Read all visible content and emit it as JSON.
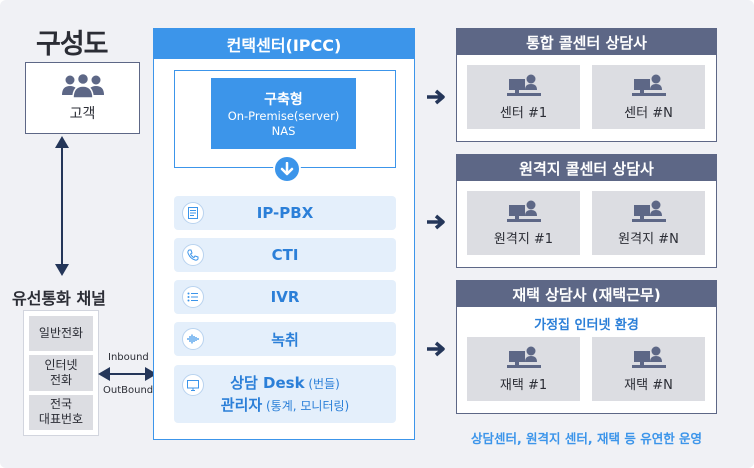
{
  "title": "구성도",
  "customer": {
    "label": "고객",
    "icon": "people-icon"
  },
  "channel": {
    "title": "유선통화 채널",
    "items": [
      "일반전화",
      "인터넷\n전화",
      "전국\n대표번호"
    ],
    "inbound": "Inbound",
    "outbound": "OutBound"
  },
  "ipcc": {
    "title": "컨택센터(IPCC)",
    "build": {
      "title": "구축형",
      "line1": "On-Premise(server)",
      "line2": "NAS"
    },
    "modules": [
      {
        "label": "IP-PBX",
        "icon": "document-icon"
      },
      {
        "label": "CTI",
        "icon": "phone-icon"
      },
      {
        "label": "IVR",
        "icon": "list-icon"
      },
      {
        "label": "녹취",
        "icon": "waveform-icon"
      }
    ],
    "desk": {
      "icon": "monitor-icon",
      "line1_main": "상담 Desk",
      "line1_sub": " (번들)",
      "line2_main": "관리자",
      "line2_sub": " (통계, 모니터링)"
    }
  },
  "groups": [
    {
      "title": "통합 콜센터 상담사",
      "agents": [
        "센터 #1",
        "센터 #N"
      ]
    },
    {
      "title": "원격지 콜센터 상담사",
      "agents": [
        "원격지 #1",
        "원격지 #N"
      ]
    },
    {
      "title": "재택 상담사 (재택근무)",
      "subtitle": "가정집 인터넷 환경",
      "agents": [
        "재택 #1",
        "재택 #N"
      ]
    }
  ],
  "footer": "상담센터, 원격지 센터, 재택 등 유연한 운영",
  "colors": {
    "blue": "#3c95ea",
    "navy": "#243659",
    "slate": "#5d6786",
    "light_blue": "#e4effb"
  }
}
